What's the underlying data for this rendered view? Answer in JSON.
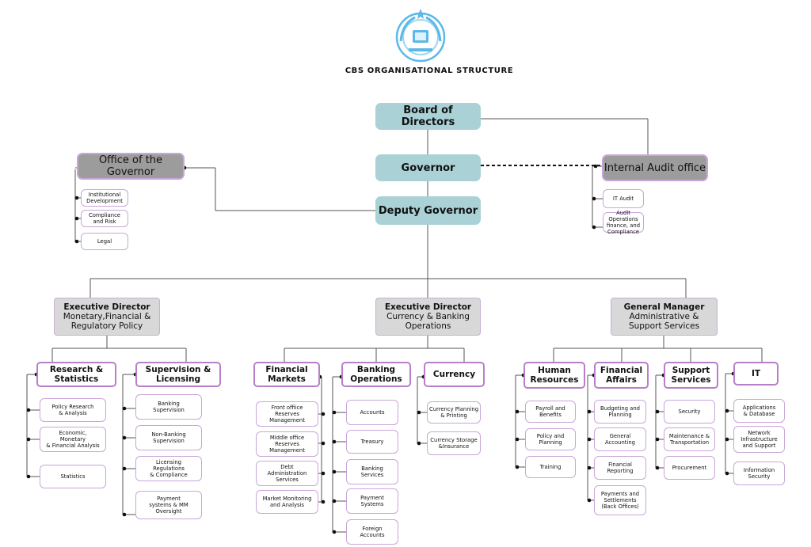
{
  "title": "CBS ORGANISATIONAL STRUCTURE",
  "logo": {
    "name": "cbs-emblem-logo",
    "color": "#5bb8e8"
  },
  "colors": {
    "top": "#a9d1d6",
    "office": "#9c9c9c",
    "exec": "#d8d8d8",
    "accent": "#b77fc9",
    "line": "#555555"
  },
  "top": {
    "board": "Board of Directors",
    "governor": "Governor",
    "deputy": "Deputy Governor"
  },
  "office_governor": {
    "title": "Office of the Governor",
    "items": [
      "Institutional\nDevelopment",
      "Compliance\nand Risk",
      "Legal"
    ]
  },
  "audit": {
    "title": "Internal Audit office",
    "items": [
      "IT Audit",
      "Audit Operations\nfinance, and\nCompliance"
    ]
  },
  "exec": [
    {
      "title": "Executive Director",
      "sub": "Monetary,Financial &\nRegulatory Policy"
    },
    {
      "title": "Executive Director",
      "sub": "Currency & Banking\nOperations"
    },
    {
      "title": "General Manager",
      "sub": "Administrative &\nSupport Services"
    }
  ],
  "depts": {
    "research": {
      "title": "Research &\nStatistics",
      "items": [
        "Policy Research\n& Analysis",
        "Economic,\nMonetary\n& Financial Analysis",
        "Statistics"
      ]
    },
    "supervision": {
      "title": "Supervision &\nLicensing",
      "items": [
        "Banking\nSupervision",
        "Non-Banking\nSupervision",
        "Licensing\nRegulations\n& Compliance",
        "Payment\nsystems & MM\nOversight"
      ]
    },
    "markets": {
      "title": "Financial\nMarkets",
      "items": [
        "Front offiice\nReserves\nManagement",
        "Middle office\nReserves\nManagement",
        "Debt\nAdministration\nServices",
        "Market Monitoring\nand Analysis"
      ]
    },
    "banking": {
      "title": "Banking\nOperations",
      "items": [
        "Accounts",
        "Treasury",
        "Banking\nServices",
        "Payment\nSystems",
        "Foreign\nAccounts"
      ]
    },
    "currency": {
      "title": "Currency",
      "items": [
        "Currency Planning\n& Printing",
        "Currency Storage\n&Insurance"
      ]
    },
    "hr": {
      "title": "Human\nResources",
      "items": [
        "Payroll and\nBenefits",
        "Policy and\nPlanning",
        "Training"
      ]
    },
    "finance": {
      "title": "Financial\nAffairs",
      "items": [
        "Budgeting and\nPlanning",
        "General\nAccounting",
        "Financial\nReporting",
        "Payments and\nSettlements\n(Back Offices)"
      ]
    },
    "support": {
      "title": "Support\nServices",
      "items": [
        "Security",
        "Maintenance &\nTransportation",
        "Procurement"
      ]
    },
    "it": {
      "title": "IT",
      "items": [
        "Applications\n& Database",
        "Network\nInfrastructure\nand Support",
        "Information\nSecurity"
      ]
    }
  }
}
